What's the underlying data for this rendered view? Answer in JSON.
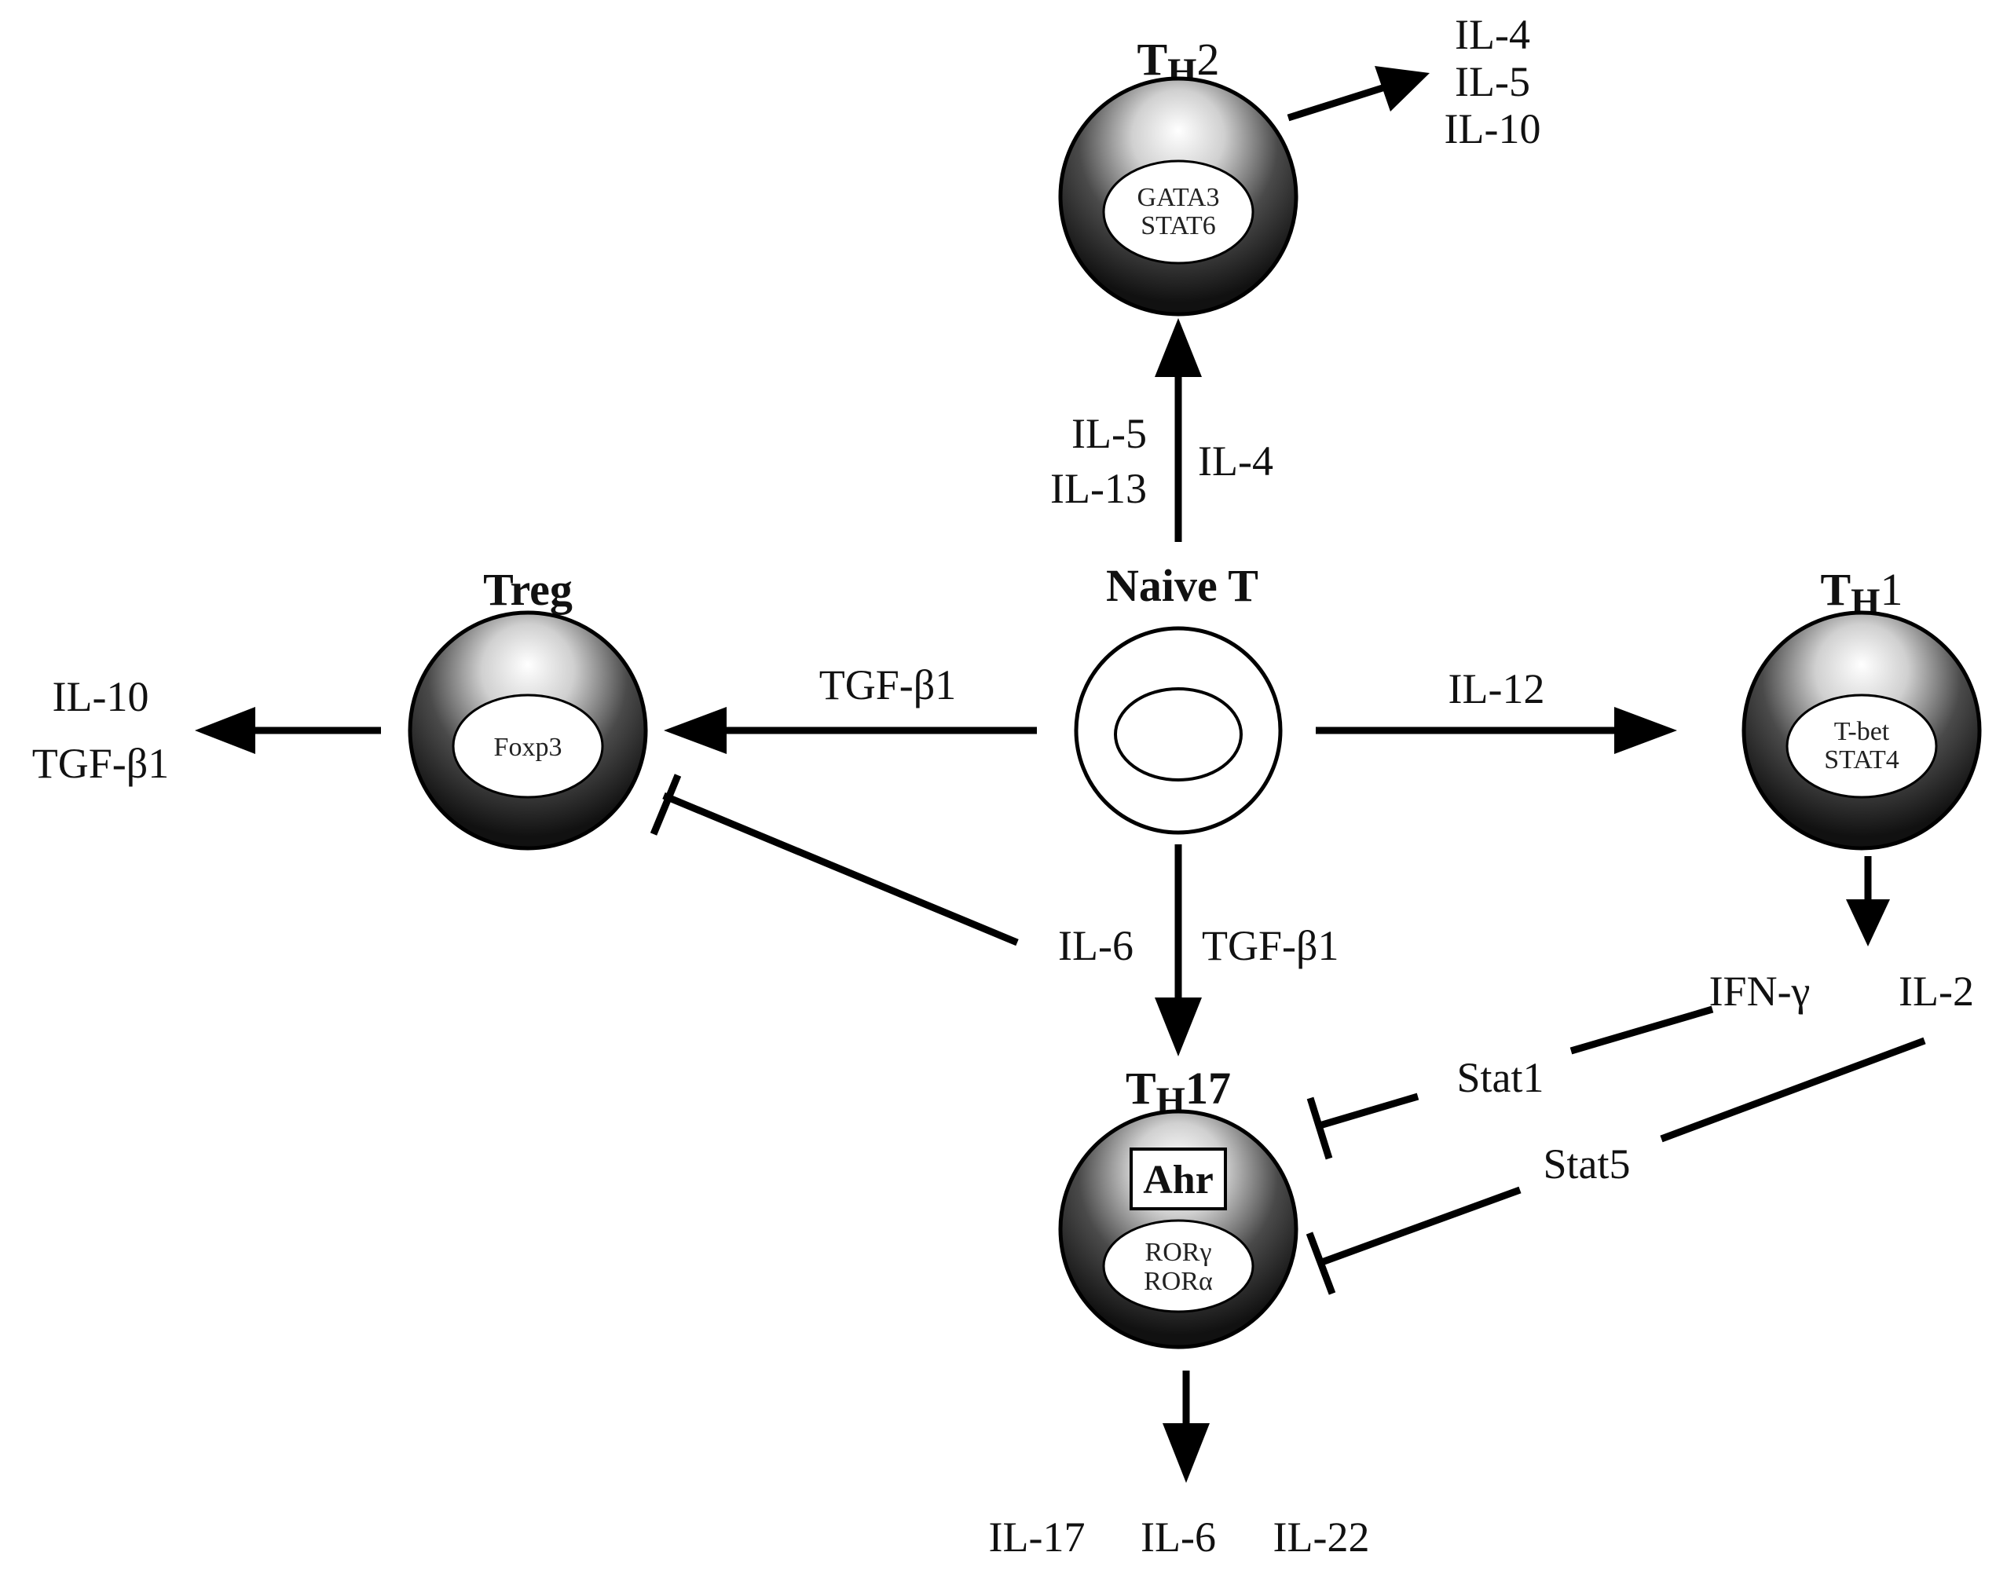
{
  "nodes": {
    "naive": {
      "title": "Naive T"
    },
    "th2": {
      "title_main": "T",
      "title_sub": "H",
      "title_suffix": "2",
      "nucleus": [
        "GATA3",
        "STAT6"
      ],
      "outputs": [
        "IL-4",
        "IL-5",
        "IL-10"
      ]
    },
    "treg": {
      "title": "Treg",
      "nucleus": [
        "Foxp3"
      ],
      "outputs": [
        "IL-10",
        "TGF-β1"
      ]
    },
    "th1": {
      "title_main": "T",
      "title_sub": "H",
      "title_suffix": "1",
      "nucleus": [
        "T-bet",
        "STAT4"
      ],
      "outputs": [
        "IFN-γ",
        "IL-2"
      ]
    },
    "th17": {
      "title_main": "T",
      "title_sub": "H",
      "title_suffix": "17",
      "box": "Ahr",
      "nucleus": [
        "RORγ",
        "RORα"
      ],
      "outputs": [
        "IL-17",
        "IL-6",
        "IL-22"
      ]
    }
  },
  "edges": {
    "to_th2": {
      "left_labels": [
        "IL-5",
        "IL-13"
      ],
      "right_label": "IL-4"
    },
    "to_treg": {
      "label": "TGF-β1"
    },
    "to_th1": {
      "label": "IL-12"
    },
    "to_th17": {
      "label": "TGF-β1"
    },
    "il6_inhibits_treg": {
      "label": "IL-6"
    },
    "stat1_inhibits_th17": {
      "label": "Stat1"
    },
    "stat5_inhibits_th17": {
      "label": "Stat5"
    }
  }
}
